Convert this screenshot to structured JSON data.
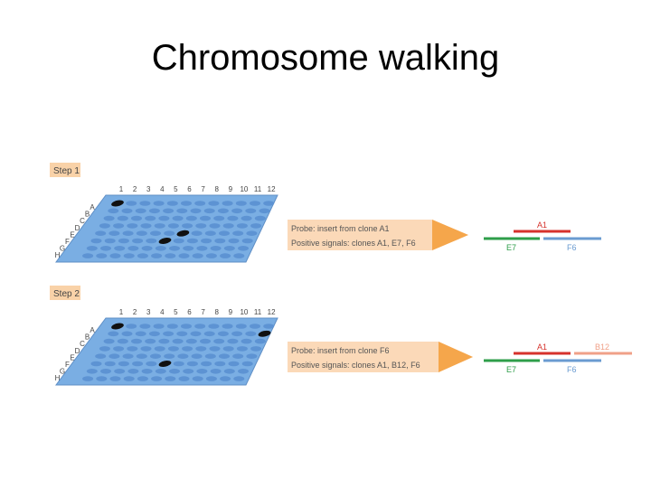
{
  "title": "Chromosome walking",
  "columns": [
    "1",
    "2",
    "3",
    "4",
    "5",
    "6",
    "7",
    "8",
    "9",
    "10",
    "11",
    "12"
  ],
  "rows": [
    "A",
    "B",
    "C",
    "D",
    "E",
    "F",
    "G",
    "H"
  ],
  "steps": [
    {
      "label": "Step 1",
      "probe": "Probe: insert from clone A1",
      "signals": "Positive signals: clones A1, E7, F6",
      "positive_wells": [
        [
          0,
          0
        ],
        [
          4,
          6
        ],
        [
          5,
          5
        ]
      ],
      "map": [
        {
          "name": "A1",
          "color": "#d6322c"
        },
        {
          "name": "E7",
          "color": "#2e9e4a"
        },
        {
          "name": "F6",
          "color": "#6a9bd1"
        }
      ]
    },
    {
      "label": "Step 2",
      "probe": "Probe: insert from clone F6",
      "signals": "Positive signals: clones A1, B12, F6",
      "positive_wells": [
        [
          0,
          0
        ],
        [
          1,
          11
        ],
        [
          5,
          5
        ]
      ],
      "map": [
        {
          "name": "A1",
          "color": "#d6322c"
        },
        {
          "name": "B12",
          "color": "#f0a088"
        },
        {
          "name": "E7",
          "color": "#2e9e4a"
        },
        {
          "name": "F6",
          "color": "#6a9bd1"
        }
      ]
    }
  ],
  "colors": {
    "plate_fill": "#7aaee3",
    "plate_edge": "#5f8fc6",
    "well": "#5d93d3",
    "hit": "#111111",
    "step_box": "#f9d2a8",
    "probe_box": "#fbd9b8",
    "probe_arrow": "#f5a64b"
  }
}
